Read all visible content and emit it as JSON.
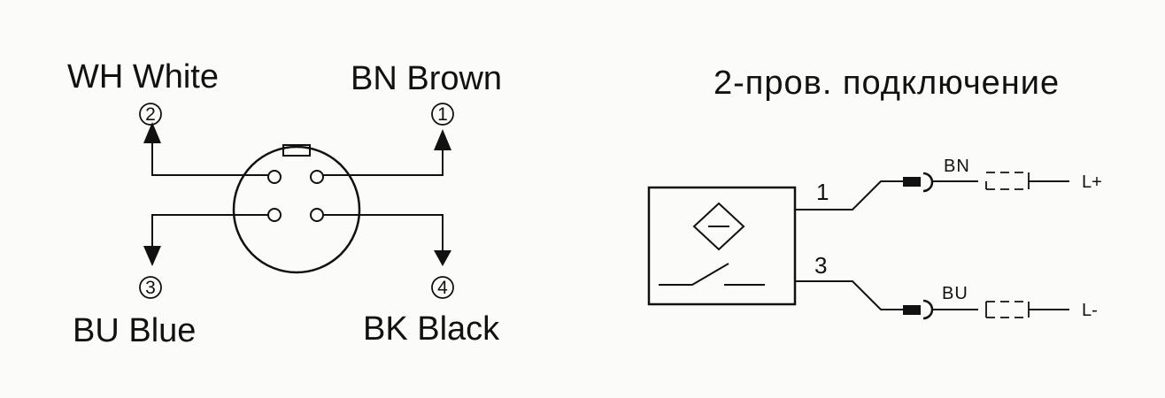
{
  "connector": {
    "pins": [
      {
        "code_label": "WH White",
        "number": "2"
      },
      {
        "code_label": "BN Brown",
        "number": "1"
      },
      {
        "code_label": "BU Blue",
        "number": "3"
      },
      {
        "code_label": "BK Black",
        "number": "4"
      }
    ]
  },
  "wiring": {
    "title": "2-пров. подключение",
    "terminals": [
      {
        "number": "1",
        "wire_code": "BN",
        "supply": "L+"
      },
      {
        "number": "3",
        "wire_code": "BU",
        "supply": "L-"
      }
    ]
  },
  "colors": {
    "ink": "#111111",
    "background": "#fbfbf9"
  }
}
